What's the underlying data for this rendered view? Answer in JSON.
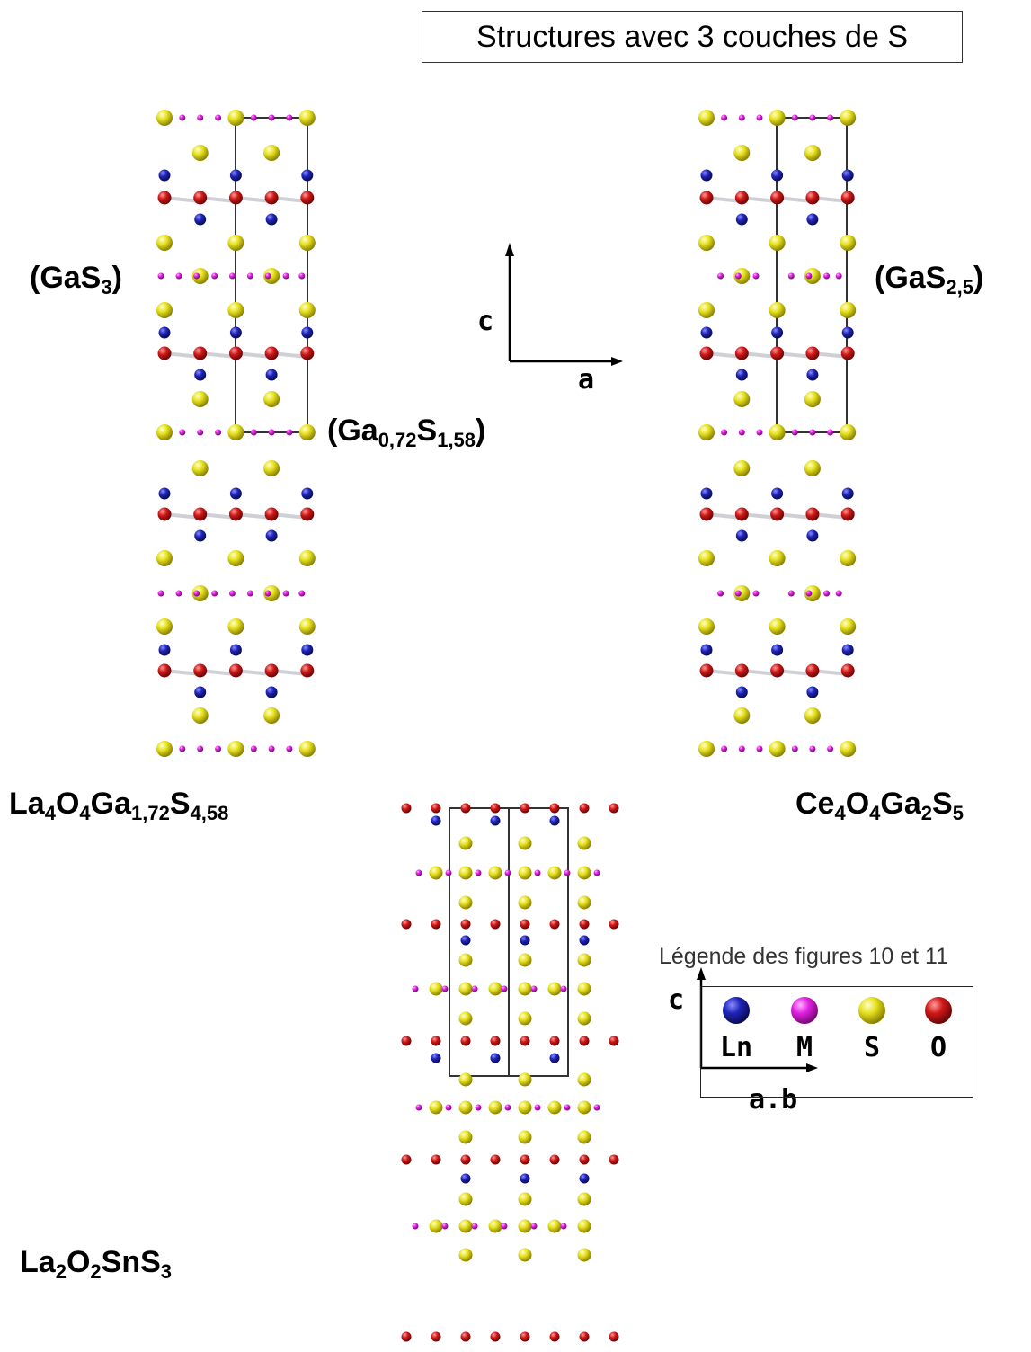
{
  "header": {
    "title": "Structures avec 3 couches de S"
  },
  "labels": {
    "gas3": {
      "pre": "(GaS",
      "sub": "3",
      "post": ")"
    },
    "gas25": {
      "pre": "(GaS",
      "sub": "2,5",
      "post": ")"
    },
    "ga072": {
      "pre": "(Ga",
      "sub1": "0,72",
      "mid": "S",
      "sub2": "1,58",
      "post": ")"
    },
    "la4": {
      "p1": "La",
      "s1": "4",
      "p2": "O",
      "s2": "4",
      "p3": "Ga",
      "s3": "1,72",
      "p4": "S",
      "s4": "4,58"
    },
    "ce4": {
      "p1": "Ce",
      "s1": "4",
      "p2": "O",
      "s2": "4",
      "p3": "Ga",
      "s3": "2",
      "p4": "S",
      "s4": "5"
    },
    "la2": {
      "p1": "La",
      "s1": "2",
      "p2": "O",
      "s2": "2",
      "p3": "SnS",
      "s3": "3"
    }
  },
  "axes": {
    "top": {
      "vertical": "c",
      "horizontal": "a"
    },
    "bottom": {
      "vertical": "c",
      "horizontal": "a.b"
    }
  },
  "legend": {
    "title": "Légende des figures 10 et 11",
    "items": [
      {
        "label": "Ln",
        "color": "#1f24b8"
      },
      {
        "label": "M",
        "color": "#e020e0"
      },
      {
        "label": "S",
        "color": "#e6e020"
      },
      {
        "label": "O",
        "color": "#d01818"
      }
    ]
  },
  "colors": {
    "Ln": "#1f24b8",
    "M": "#e020e0",
    "S": "#e6e020",
    "O": "#d01818",
    "bond": "#cfcfd6",
    "cell": "#333333"
  }
}
